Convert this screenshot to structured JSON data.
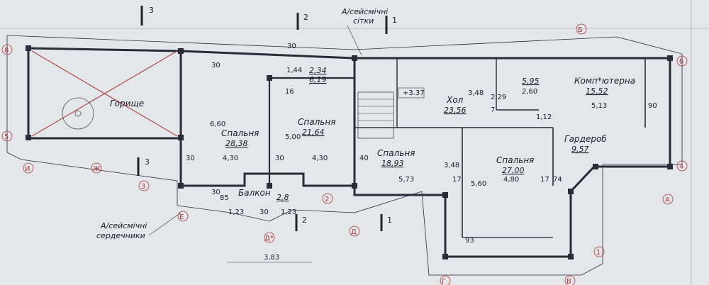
{
  "rooms": [
    {
      "name": "Горище",
      "area": ""
    },
    {
      "name": "Спальня",
      "area": "28,38"
    },
    {
      "name": "Спальня",
      "area": "21,64"
    },
    {
      "name": "",
      "area": "2,34"
    },
    {
      "name": "",
      "area": "6,19"
    },
    {
      "name": "Хол",
      "area": "23,56"
    },
    {
      "name": "",
      "area": "5,95"
    },
    {
      "name": "Комп*ютерна",
      "area": "15,52"
    },
    {
      "name": "Спальня",
      "area": "18,93"
    },
    {
      "name": "Спальня",
      "area": "27,00"
    },
    {
      "name": "Гардероб",
      "area": "9,57"
    },
    {
      "name": "Балкон",
      "area": "2,8"
    }
  ],
  "level_mark": "+3.37",
  "notes": {
    "top_label_line1": "А/сейсмічні",
    "top_label_line2": "сітки",
    "bottom_label_line1": "А/сейсмічні",
    "bottom_label_line2": "сердечники"
  },
  "dimensions": [
    "30",
    "30",
    "1,44",
    "16",
    "6,60",
    "5,00",
    "30",
    "4,30",
    "30",
    "4,30",
    "40",
    "3,48",
    "2,29",
    "7",
    "1,12",
    "5,13",
    "90",
    "2,60",
    "3,48",
    "5,73",
    "17",
    "5,60",
    "4,80",
    "17",
    "74",
    "30",
    "85",
    "1,23",
    "30",
    "1,23",
    "93",
    "3,83"
  ],
  "axes": {
    "left": [
      "8",
      "5"
    ],
    "bottom": [
      "И",
      "Ж",
      "Е",
      "Д*",
      "Д",
      "Г",
      "В"
    ],
    "right": [
      "б",
      "4",
      "А",
      "1"
    ],
    "top": [
      "Б"
    ],
    "mid": [
      "3",
      "2"
    ]
  },
  "sections": [
    "3",
    "2",
    "1",
    "3",
    "2",
    "1"
  ]
}
